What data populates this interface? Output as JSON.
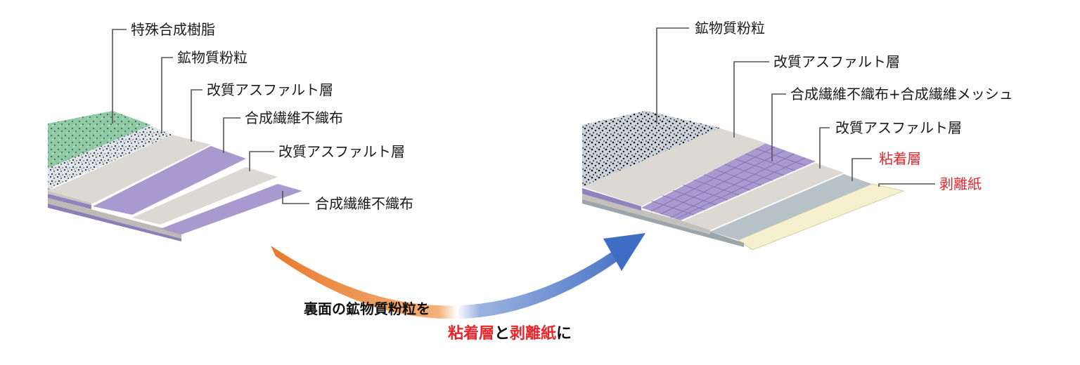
{
  "left_sheet": {
    "labels": [
      "特殊合成樹脂",
      "鉱物質粉粒",
      "改質アスファルト層",
      "合成繊維不織布",
      "改質アスファルト層",
      "合成繊維不織布"
    ]
  },
  "right_sheet": {
    "labels": [
      "鉱物質粉粒",
      "改質アスファルト層",
      "合成繊維不織布+合成繊維メッシュ",
      "改質アスファルト層",
      "粘着層",
      "剥離紙"
    ],
    "highlight_color": "#e8262b"
  },
  "arrow": {
    "colors": [
      "#e87a2e",
      "#ffffff",
      "#3f6cc4"
    ],
    "icon": "curved-arrow-right"
  },
  "caption": {
    "line1": "裏面の鉱物質粉粒を",
    "line2_a": "粘着層",
    "line2_b": "と",
    "line2_c": "剥離紙",
    "line2_d": "に"
  }
}
